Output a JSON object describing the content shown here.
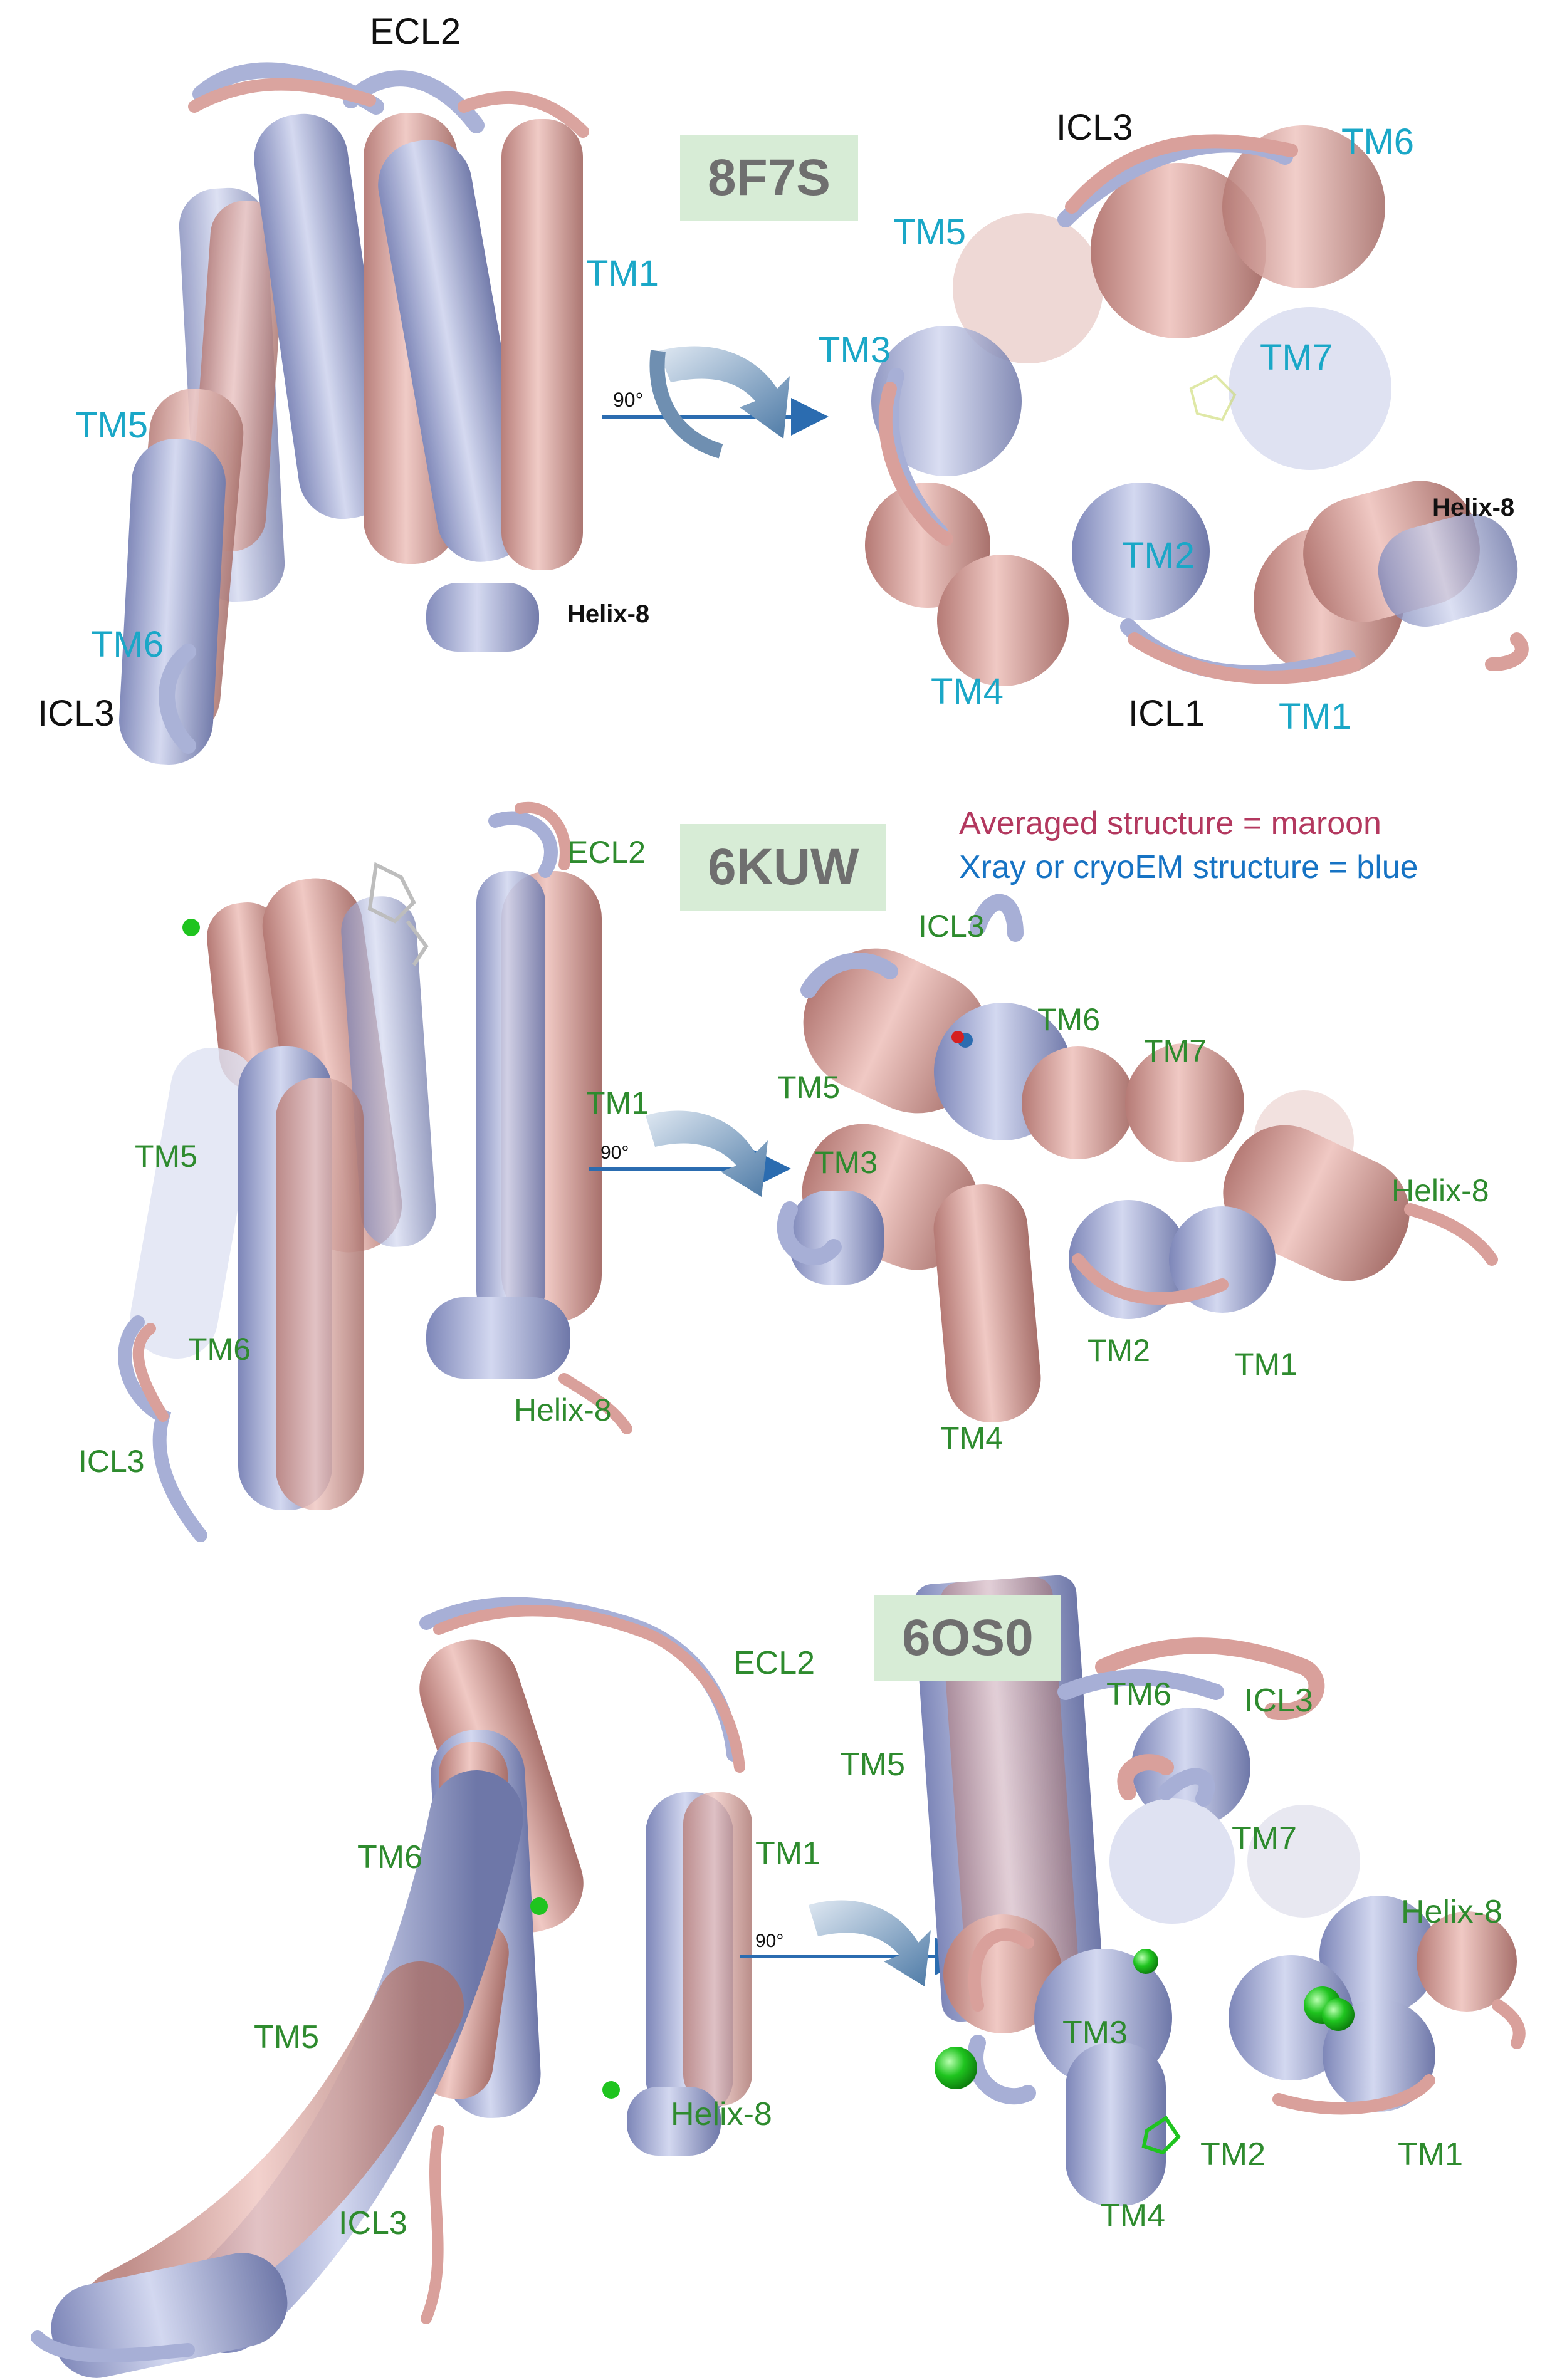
{
  "colors": {
    "averaged": "#d9a09b",
    "experimental": "#a7afd6",
    "label_cyan": "#1aa7c7",
    "label_green": "#2e8b2e",
    "pdb_box": "#d7ecd6",
    "arrow": "#2b6cb0",
    "ion": "#1fc41f"
  },
  "legend": {
    "averaged": "Averaged structure = maroon",
    "experimental": "Xray or cryoEM structure = blue"
  },
  "rotation": {
    "angle": "90°"
  },
  "panels": [
    {
      "pdb_id": "8F7S",
      "side": {
        "ecl2": "ECL2",
        "tm1": "TM1",
        "tm5": "TM5",
        "tm6": "TM6",
        "icl3": "ICL3",
        "helix8": "Helix-8"
      },
      "top": {
        "icl3": "ICL3",
        "tm6": "TM6",
        "tm5": "TM5",
        "tm3": "TM3",
        "tm7": "TM7",
        "helix8": "Helix-8",
        "tm2": "TM2",
        "tm4": "TM4",
        "icl1": "ICL1",
        "tm1": "TM1"
      }
    },
    {
      "pdb_id": "6KUW",
      "side": {
        "ecl2": "ECL2",
        "tm1": "TM1",
        "tm5": "TM5",
        "tm6": "TM6",
        "icl3": "ICL3",
        "helix8": "Helix-8"
      },
      "top": {
        "icl3": "ICL3",
        "tm6": "TM6",
        "tm7": "TM7",
        "tm5": "TM5",
        "tm3": "TM3",
        "helix8": "Helix-8",
        "tm2": "TM2",
        "tm1": "TM1",
        "tm4": "TM4"
      }
    },
    {
      "pdb_id": "6OS0",
      "side": {
        "ecl2": "ECL2",
        "tm6": "TM6",
        "tm1": "TM1",
        "tm5": "TM5",
        "helix8": "Helix-8",
        "icl3": "ICL3"
      },
      "top": {
        "tm6": "TM6",
        "icl3": "ICL3",
        "tm5": "TM5",
        "tm7": "TM7",
        "helix8": "Helix-8",
        "tm3": "TM3",
        "tm2": "TM2",
        "tm1": "TM1",
        "tm4": "TM4"
      }
    }
  ]
}
